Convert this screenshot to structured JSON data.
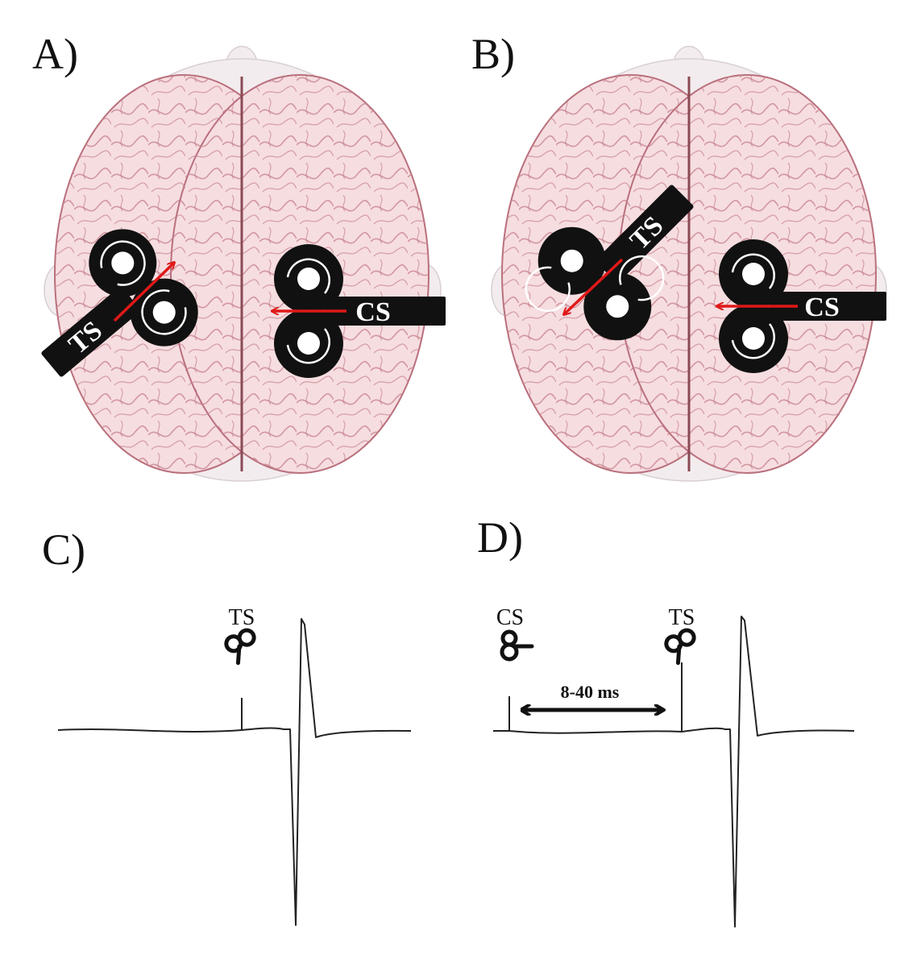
{
  "panels": {
    "a": {
      "label": "A)",
      "coil_ts": "TS",
      "coil_cs": "CS"
    },
    "b": {
      "label": "B)",
      "coil_ts": "TS",
      "coil_cs": "CS"
    },
    "c": {
      "label": "C)",
      "stim": "TS"
    },
    "d": {
      "label": "D)",
      "stim_cs": "CS",
      "stim_ts": "TS",
      "interval": "8-40 ms"
    }
  },
  "colors": {
    "brain_fill": "#f6dde0",
    "brain_gyri": "#c98690",
    "head": "#f3ecee",
    "coil": "#111111",
    "current_arrow": "#e01818",
    "trace": "#222222"
  },
  "icons": [
    "figure8-coil-icon",
    "current-direction-arrow-icon"
  ]
}
